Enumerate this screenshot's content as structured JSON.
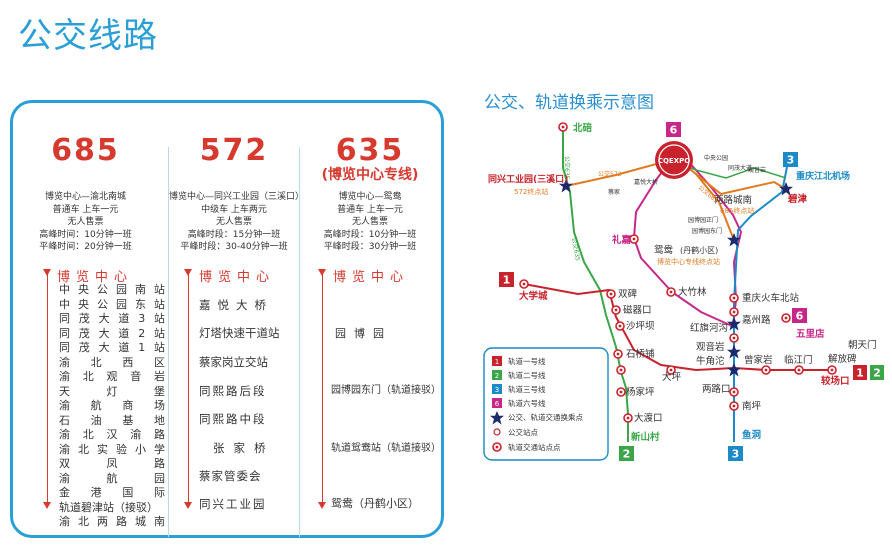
{
  "page_title": "公交线路",
  "routes": [
    {
      "number": "685",
      "subtitle": "",
      "info": [
        "博览中心—渝北南城",
        "普通车 上车一元",
        "无人售票",
        "高峰时间：10分钟一班",
        "平峰时间：20分钟一班"
      ],
      "start": "博览中心",
      "stops": [
        "中央公园南站",
        "中央公园东站",
        "同茂大道3站",
        "同茂大道2站",
        "同茂大道1站",
        "渝北西区",
        "渝北观音岩",
        "天灯堡",
        "渝航商场",
        "石油基地",
        "渝北汉渝路",
        "渝北实验小学",
        "双凤路",
        "渝航园",
        "金港国际",
        "轨道碧津站（接驳）",
        "渝北两路城南"
      ]
    },
    {
      "number": "572",
      "subtitle": "",
      "info": [
        "博览中心—同兴工业园（三溪口）",
        "中级车 上车两元",
        "无人售票",
        "高峰时段：15分钟一班",
        "平峰时段：30-40分钟一班"
      ],
      "start": "博览中心",
      "stops": [
        "嘉悦大桥",
        "灯塔快速干道站",
        "蔡家岗立交站",
        "同熙路后段",
        "同熙路中段",
        "张家桥",
        "蔡家管委会",
        "同兴工业园"
      ]
    },
    {
      "number": "635",
      "subtitle": "(博览中心专线)",
      "info": [
        "博览中心—鸳鸯",
        "普通车 上车一元",
        "无人售票",
        "高峰时段：10分钟一班",
        "平峰时段：30分钟一班"
      ],
      "start": "博览中心",
      "stops": [
        "园博园",
        "园博园东门（轨道接驳）",
        "轨道鸳鸯站（轨道接驳）",
        "鸳鸯（丹鹤小区）"
      ]
    }
  ],
  "diagram": {
    "title": "公交、轨道换乘示意图",
    "expo_label": "CQEXPO",
    "badges": [
      "6",
      "3",
      "1",
      "6",
      "1",
      "2",
      "2",
      "3"
    ],
    "stations": [
      "北碚",
      "同兴工业园(三溪口)",
      "572终点站",
      "重庆江北机场",
      "碧津",
      "两路城南",
      "685终点站",
      "礼嘉",
      "鸳鸯",
      "(丹鹤小区)",
      "博览中心专线终点站",
      "大学城",
      "双碑",
      "磁器口",
      "沙坪坝",
      "大竹林",
      "重庆火车北站",
      "嘉州路",
      "五里店",
      "红旗河沟",
      "朝天门",
      "石桥铺",
      "观音岩",
      "解放碑",
      "牛角沱",
      "曾家岩",
      "临江门",
      "杨家坪",
      "大坪",
      "较场口",
      "两路口",
      "大渡口",
      "南坪",
      "新山村",
      "鱼洞"
    ],
    "small_labels": [
      "公交635",
      "公交572",
      "公交685",
      "嘉悦大桥",
      "蔡家",
      "中央公园",
      "同茂大道",
      "观音岩",
      "园博园正门",
      "园博园东门",
      "公交635"
    ],
    "legend": [
      "轨道一号线",
      "轨道二号线",
      "轨道三号线",
      "轨道六号线",
      "公交、轨道交通换乘点",
      "公交站点",
      "轨道交通站点点"
    ],
    "colors": {
      "line1": "#c8232c",
      "line2": "#3aa648",
      "line3": "#1b8ac6",
      "line6": "#c8278a",
      "bus": "#e07b22",
      "accent": "#2a9fd6",
      "star": "#1d2a6b"
    }
  }
}
